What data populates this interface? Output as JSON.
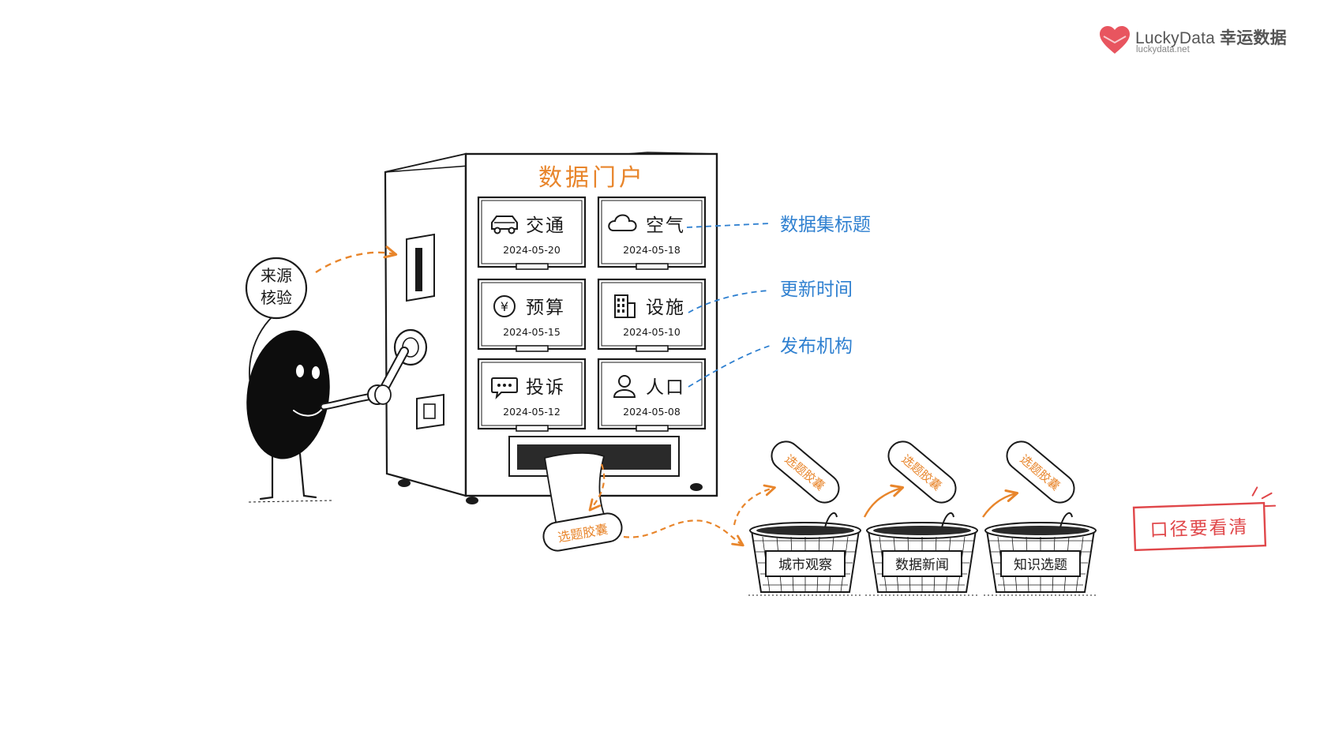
{
  "brand": {
    "name": "LuckyData",
    "name_cn": "幸运数据",
    "url": "luckydata.net"
  },
  "machine": {
    "title": "数据门户",
    "tiles": [
      {
        "label": "交通",
        "date": "2024-05-20",
        "icon": "car-icon"
      },
      {
        "label": "空气",
        "date": "2024-05-18",
        "icon": "cloud-icon"
      },
      {
        "label": "预算",
        "date": "2024-05-15",
        "icon": "yen-icon"
      },
      {
        "label": "设施",
        "date": "2024-05-10",
        "icon": "building-icon"
      },
      {
        "label": "投诉",
        "date": "2024-05-12",
        "icon": "chat-bubble-icon"
      },
      {
        "label": "人口",
        "date": "2024-05-08",
        "icon": "person-icon"
      }
    ]
  },
  "character": {
    "sign": [
      "来源",
      "核验"
    ]
  },
  "annotations": [
    "数据集标题",
    "更新时间",
    "发布机构"
  ],
  "capsule_label": "选题胶囊",
  "baskets": [
    "城市观察",
    "数据新闻",
    "知识选题"
  ],
  "stamp": "口径要看清",
  "colors": {
    "accent_orange": "#e8852b",
    "annotation_blue": "#2f80d0",
    "stamp_red": "#e0474a",
    "ink": "#1a1a1a",
    "brand_red": "#e8555f"
  }
}
